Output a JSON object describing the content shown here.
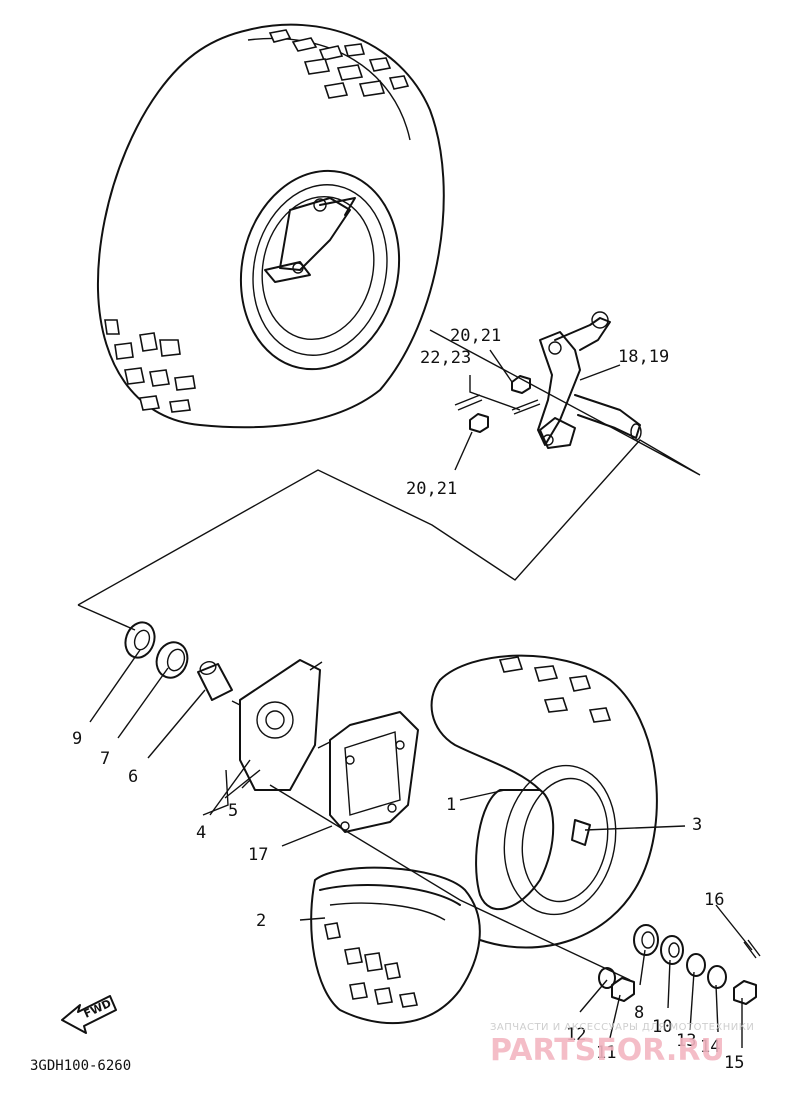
{
  "diagram": {
    "drawing_code": "3GDH100-6260",
    "direction_badge": "FWD",
    "part_labels": {
      "p1": "1",
      "p2": "2",
      "p3": "3",
      "p4": "4",
      "p5": "5",
      "p6": "6",
      "p7": "7",
      "p8": "8",
      "p9": "9",
      "p10": "10",
      "p11": "11",
      "p12": "12",
      "p13": "13",
      "p14": "14",
      "p15": "15",
      "p16": "16",
      "p17": "17",
      "p18_19": "18,19",
      "p20_21_top": "20,21",
      "p20_21_bottom": "20,21",
      "p22_23": "22,23"
    }
  },
  "watermark": {
    "tagline": "ЗАПЧАСТИ И АКСЕССУАРЫ ДЛЯ МОТОТЕХНИКИ",
    "site": "PARTSFOR.RU"
  }
}
